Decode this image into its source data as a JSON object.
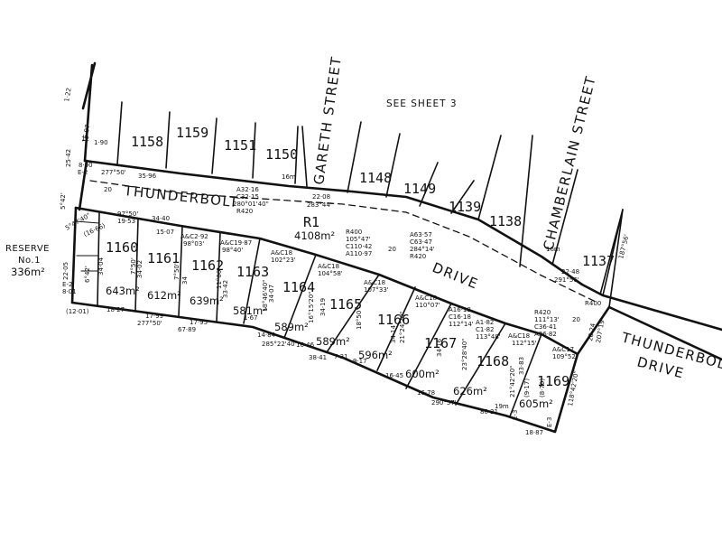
{
  "header": {
    "see_sheet": "SEE SHEET 3"
  },
  "streets": {
    "thunderbolt_a": "THUNDERBOLT",
    "drive_a": "DRIVE",
    "thunderbolt_b": "THUNDERBOLT",
    "drive_b": "DRIVE",
    "gareth": "GARETH STREET",
    "chamberlain": "CHAMBERLAIN STREET"
  },
  "reserve": {
    "label": "RESERVE",
    "number": "No.1",
    "area": "336m²"
  },
  "road_reserve": {
    "label": "R1",
    "area": "4108m²"
  },
  "upper_lots": [
    "1158",
    "1159",
    "1151",
    "1150",
    "1148",
    "1149",
    "1139",
    "1138",
    "1137"
  ],
  "lots": [
    {
      "number": "1160",
      "area": "643m²"
    },
    {
      "number": "1161",
      "area": "612m²"
    },
    {
      "number": "1162",
      "area": "639m²"
    },
    {
      "number": "1163",
      "area": "581m²"
    },
    {
      "number": "1164",
      "area": "589m²"
    },
    {
      "number": "1165",
      "area": "589m²"
    },
    {
      "number": "1166",
      "area": "596m²"
    },
    {
      "number": "1167",
      "area": "600m²"
    },
    {
      "number": "1168",
      "area": "626m²"
    },
    {
      "number": "1169",
      "area": "605m²"
    }
  ],
  "dimensions": {
    "d_277_50_top": "277°50'",
    "d_35_96": "35·96",
    "d_1_90": "1·90",
    "d_a32": "A32·16",
    "d_c32": "C32·15",
    "d_280": "280°01'40\"",
    "d_r420a": "R420",
    "d_16m_a": "16m",
    "d_22_08": "22·08",
    "d_283": "283°44'",
    "d_20a": "20",
    "d_20b": "20",
    "d_20c": "20",
    "d_97_50": "97°50'",
    "d_19_53": "19·53",
    "d_34_40": "34·40",
    "d_r400a": "R400",
    "d_c105": "105°47'",
    "d_c110_42": "C110·42",
    "d_a110_97": "A110·97",
    "d_a63": "A63·57",
    "d_c63": "C63·47",
    "d_284": "284°14'",
    "d_r420b": "R420",
    "d_16m_b": "16m",
    "d_22_48": "22·48",
    "d_291": "291°56'",
    "d_187": "187°56'",
    "d_r400b": "R400",
    "d_r420c": "R420",
    "d_111": "111°13'",
    "d_c36": "C36·41",
    "d_a36": "A36·82",
    "d_20_24": "20·24",
    "d_207": "207°19'",
    "d_277_50_bot": "277°50'",
    "d_67_89": "67·89",
    "d_285": "285°22'40\"",
    "d_290": "290°57'",
    "d_80_21": "80·21",
    "d_19_m": "19m",
    "d_18_87": "18·87",
    "d_12_01": "(12·01)",
    "d_18_27": "18·27",
    "d_17_99": "17·99",
    "d_17_95": "17·95",
    "d_14_84": "14·84",
    "d_16_46": "16·46",
    "d_38_41": "38·41",
    "d_7_31": "7·31",
    "d_9_17": "9·17",
    "d_16_45": "16·45",
    "d_16_78": "16·78",
    "d_12_l": "12",
    "d_15_07": "15·07",
    "d_ac292": "A&C2·92",
    "d_98_03": "98°03'",
    "d_ac1987": "A&C19·87",
    "d_98_40": "98°40'",
    "d_ac18a": "A&C18",
    "d_102": "102°23'",
    "d_ac18b": "A&C18",
    "d_104": "104°58'",
    "d_ac18c": "A&C18",
    "d_107": "107°33'",
    "d_ac18d": "A&C18",
    "d_110": "110°07'",
    "d_a16": "A16·18",
    "d_c16": "C16·18",
    "d_112": "112°14'",
    "d_a182": "A1·82",
    "d_c182": "C1·82",
    "d_113": "113°48'",
    "d_ac18e": "A&C18",
    "d_112_15": "112°15'",
    "d_ac17": "A&C17",
    "d_109": "109°52'",
    "d_1_67": "1·67",
    "d_e2a": "E-2",
    "d_e2b": "E-2",
    "d_8_00": "8·00",
    "d_8_01": "8·01",
    "d_22_05": "22·05",
    "d_25_42": "25·42",
    "d_16_07": "16·07",
    "d_1_22": "1·22",
    "d_5_42": "5°42'",
    "d_6_42": "6°42'",
    "d_5_47": "5°47'40\"",
    "d_16_66": "(16·66)",
    "d_v34": "34·04",
    "d_v34b": "34·02",
    "d_v34c": "34",
    "d_v33": "33·42",
    "d_v34d": "34·07",
    "d_v34e": "34·19",
    "d_v34f": "34·14",
    "d_v34g": "34·16",
    "d_v33b": "33·83",
    "d_7_50a": "7°50'",
    "d_7_50b": "7°50'",
    "d_11_00": "11°00'",
    "d_13_46": "13°46'40\"",
    "d_16_15": "16°15'20\"",
    "d_18_50": "18°50'",
    "d_21_24": "21°24'20\"",
    "d_23_28": "23°28'40\"",
    "d_21_42": "21°42'20\"",
    "d_118": "118°42'20\"",
    "d_e3a": "E-3",
    "d_e3b": "E-3",
    "d_8_70": "(8·70)",
    "d_9_17b": "(9·17)"
  }
}
